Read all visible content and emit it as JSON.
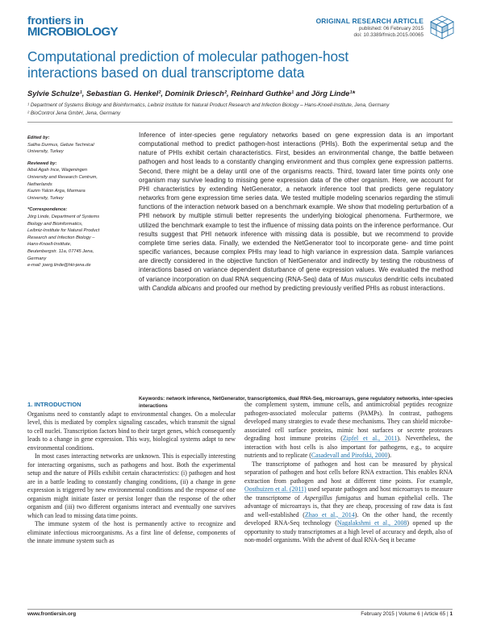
{
  "masthead": {
    "line1": "frontiers in",
    "line2": "MICROBIOLOGY",
    "article_type": "ORIGINAL RESEARCH ARTICLE",
    "published": "published: 06 February 2015",
    "doi": "doi: 10.3389/fmicb.2015.00065",
    "brand_color": "#1d6fa8"
  },
  "title_line1": "Computational prediction of molecular pathogen-host",
  "title_line2": "interactions based on dual transcriptome data",
  "authors": "Sylvie Schulze¹, Sebastian G. Henkel², Dominik Driesch², Reinhard Guthke¹ and Jörg Linde¹*",
  "affiliations": [
    "¹  Department of Systems Biology and Bioinformatics, Leibniz Institute for Natural Product Research and Infection Biology – Hans-Knoell-Institute, Jena, Germany",
    "²  BioControl Jena GmbH, Jena, Germany"
  ],
  "sidebar": {
    "edited_by_label": "Edited by:",
    "edited_by": [
      "Saliha Durmus, Gebze Technical",
      "University, Turkey"
    ],
    "reviewed_by_label": "Reviewed by:",
    "reviewed_by": [
      "Ikbal Agah Ince, Wageningen",
      "University and Research Centrum,",
      "Netherlands",
      "Kazim Yalcin Arga, Marmara",
      "University, Turkey"
    ],
    "correspondence_label": "*Correspondence:",
    "correspondence": [
      "Jörg Linde, Department of Systems",
      "Biology and Bioinformatics,",
      "Leibniz-Institute for Natural Product",
      "Research and Infection Biology –",
      "Hans-Knoell-Institute,",
      "Beutenbergstr. 11a, 07745 Jena,",
      "Germany",
      "e-mail: joerg.linde@hki-jena.de"
    ]
  },
  "abstract": {
    "p1": "Inference of inter-species gene regulatory networks based on gene expression data is an important computational method to predict pathogen-host interactions (PHIs). Both the experimental setup and the nature of PHIs exhibit certain characteristics. First, besides an environmental change, the battle between pathogen and host leads to a constantly changing environment and thus complex gene expression patterns. Second, there might be a delay until one of the organisms reacts. Third, toward later time points only one organism may survive leading to missing gene expression data of the other organism. Here, we account for PHI characteristics by extending NetGenerator, a network inference tool that predicts gene regulatory networks from gene expression time series data. We tested multiple modeling scenarios regarding the stimuli functions of the interaction network based on a benchmark example. We show that modeling perturbation of a PHI network by multiple stimuli better represents the underlying biological phenomena. Furthermore, we utilized the benchmark example to test the influence of missing data points on the inference performance. Our results suggest that PHI network inference with missing data is possible, but we recommend to provide complete time series data. Finally, we extended the NetGenerator tool to incorporate gene- and time point specific variances, because complex PHIs may lead to high variance in expression data. Sample variances are directly considered in the objective function of NetGenerator and indirectly by testing the robustness of interactions based on variance dependent disturbance of gene expression values. We evaluated the method of variance incorporation on dual RNA sequencing (RNA-Seq) data of ",
    "species1": "Mus musculus",
    "p2": " dendritic cells incubated with ",
    "species2": "Candida albicans",
    "p3": " and proofed our method by predicting previously verified PHIs as robust interactions."
  },
  "keywords_label": "Keywords:",
  "keywords": " network inference, NetGenerator, transcriptomics, dual RNA-Seq, microarrays, gene regulatory networks, inter-species interactions",
  "intro": {
    "heading": "1.  INTRODUCTION",
    "l_p1": "Organisms need to constantly adapt to environmental changes. On a molecular level, this is mediated by complex signaling cascades, which transmit the signal to cell nuclei. Transcription factors bind to their target genes, which consequently leads to a change in gene expression. This way, biological systems adapt to new environmental conditions.",
    "l_p2": "In most cases interacting networks are unknown. This is especially interesting for interacting organisms, such as pathogens and host. Both the experimental setup and the nature of PHIs exhibit certain characteristics: (i) pathogen and host are in a battle leading to constantly changing conditions, (ii) a change in gene expression is triggered by new environmental conditions and the response of one organism might initiate faster or persist longer than the response of the other organism and (iii) two different organisms interact and eventually one survives which can lead to missing data time points.",
    "l_p3": "The immune system of the host is permanently active to recognize and eliminate infectious microorganisms. As a first line of defense, components of the innate immune system such as",
    "r_p1a": "the complement system, immune cells, and antimicrobial peptides recognize pathogen-associated molecular patterns (PAMPs). In contrast, pathogens developed many strategies to evade these mechanisms. They can shield microbe-associated cell surface proteins, mimic host surfaces or secrete proteases degrading host immune proteins (",
    "r_cite1": "Zipfel et al., 2011",
    "r_p1b": "). Nevertheless, the interaction with host cells is also important for pathogens, e.g., to acquire nutrients and to replicate (",
    "r_cite2": "Casadevall and Pirofski, 2000",
    "r_p1c": ").",
    "r_p2a": "The transcriptome of pathogen and host can be measured by physical separation of pathogen and host cells before RNA extraction. This enables RNA extraction from pathogen and host at different time points. For example, ",
    "r_cite3": "Oosthuizen et al. (2011)",
    "r_p2b": " used separate pathogen and host microarrays to measure the transcriptome of ",
    "r_species": "Aspergillus fumigatus",
    "r_p2c": " and human epithelial cells. The advantage of microarrays is, that they are cheap, processing of raw data is fast and well-established (",
    "r_cite4": "Zhao et al., 2014",
    "r_p2d": "). On the other hand, the recently developed RNA-Seq technology (",
    "r_cite5": "Nagalakshmi et al., 2008",
    "r_p2e": ") opened up the opportunity to study transcriptomes at a high level of accuracy and depth, also of non-model organisms. With the advent of dual RNA-Seq it became"
  },
  "footer": {
    "url": "www.frontiersin.org",
    "meta": "February 2015 | Volume 6 | Article 65 | ",
    "page": "1"
  }
}
